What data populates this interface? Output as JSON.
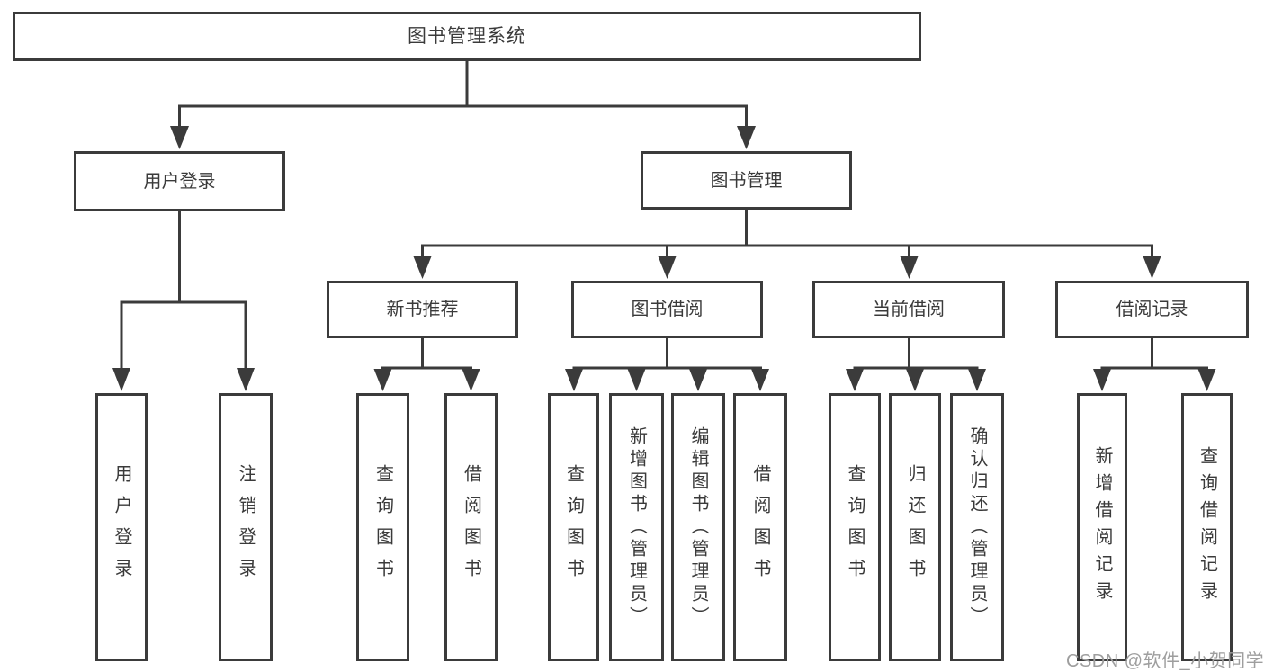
{
  "diagram": {
    "type": "hierarchy-tree",
    "root": {
      "label": "图书管理系统"
    },
    "level2": [
      {
        "label": "用户登录"
      },
      {
        "label": "图书管理"
      }
    ],
    "level3": [
      {
        "label": "新书推荐"
      },
      {
        "label": "图书借阅"
      },
      {
        "label": "当前借阅"
      },
      {
        "label": "借阅记录"
      }
    ],
    "leaves": {
      "user_login": [
        {
          "label": "用户登录"
        },
        {
          "label": "注销登录"
        }
      ],
      "new_book_recommend": [
        {
          "label": "查询图书"
        },
        {
          "label": "借阅图书"
        }
      ],
      "book_borrow": [
        {
          "label": "查询图书"
        },
        {
          "label": "新增图书（管理员）"
        },
        {
          "label": "编辑图书（管理员）"
        },
        {
          "label": "借阅图书"
        }
      ],
      "current_borrow": [
        {
          "label": "查询图书"
        },
        {
          "label": "归还图书"
        },
        {
          "label": "确认归还（管理员）"
        }
      ],
      "borrow_records": [
        {
          "label": "新增借阅记录"
        },
        {
          "label": "查询借阅记录"
        }
      ]
    },
    "colors": {
      "line": "#3b3b3b",
      "text": "#3a3a3a",
      "box_background": "#ffffff",
      "watermark": "#9e9e9e"
    }
  },
  "watermark": {
    "text": "CSDN @软件_小贺同学"
  }
}
